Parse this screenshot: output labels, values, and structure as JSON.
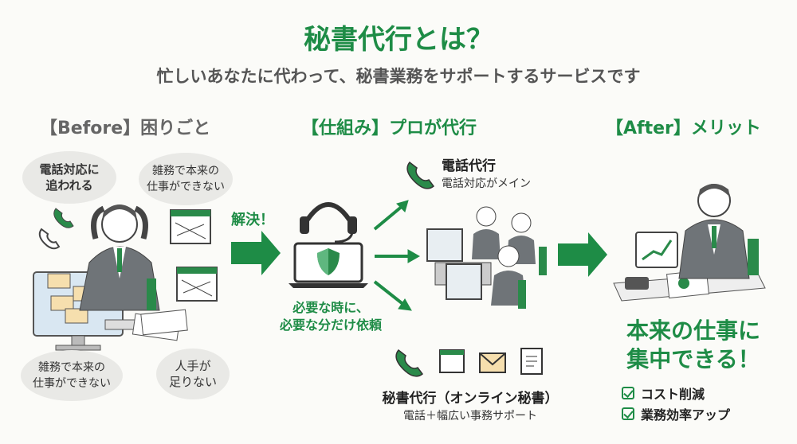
{
  "header": {
    "title": "秘書代行とは？",
    "subtitle": "忙しいあなたに代わって、秘書業務をサポートするサービスです"
  },
  "before": {
    "heading": "【Before】困りごと",
    "bubbles": [
      {
        "line1": "電話対応に",
        "line2": "追われる"
      },
      {
        "line1": "雑務で本来の",
        "line2": "仕事ができない"
      },
      {
        "line1": "雑務で本来の",
        "line2": "仕事ができない"
      },
      {
        "line1": "人手が",
        "line2": "足りない"
      }
    ]
  },
  "mechanism": {
    "heading": "【仕組み】プロが代行",
    "solve_label": "解決！",
    "note_line1": "必要な時に、",
    "note_line2": "必要な分だけ依頼",
    "phone_service": {
      "title": "電話代行",
      "sub": "電話対応がメイン"
    },
    "online_service": {
      "title": "秘書代行（オンライン秘書）",
      "sub": "電話＋幅広い事務サポート"
    }
  },
  "after": {
    "heading": "【After】メリット",
    "big_line1": "本来の仕事に",
    "big_line2": "集中できる！",
    "merits": [
      "コスト削減",
      "業務効率アップ"
    ]
  },
  "colors": {
    "accent": "#1e8c46",
    "bubble": "#e9e9e6",
    "suit": "#6f7478",
    "tie": "#2a8a4a"
  },
  "icons": [
    "phone-icon",
    "calendar-icon",
    "mail-icon",
    "document-icon",
    "headset-icon",
    "shield-icon",
    "check-icon"
  ]
}
